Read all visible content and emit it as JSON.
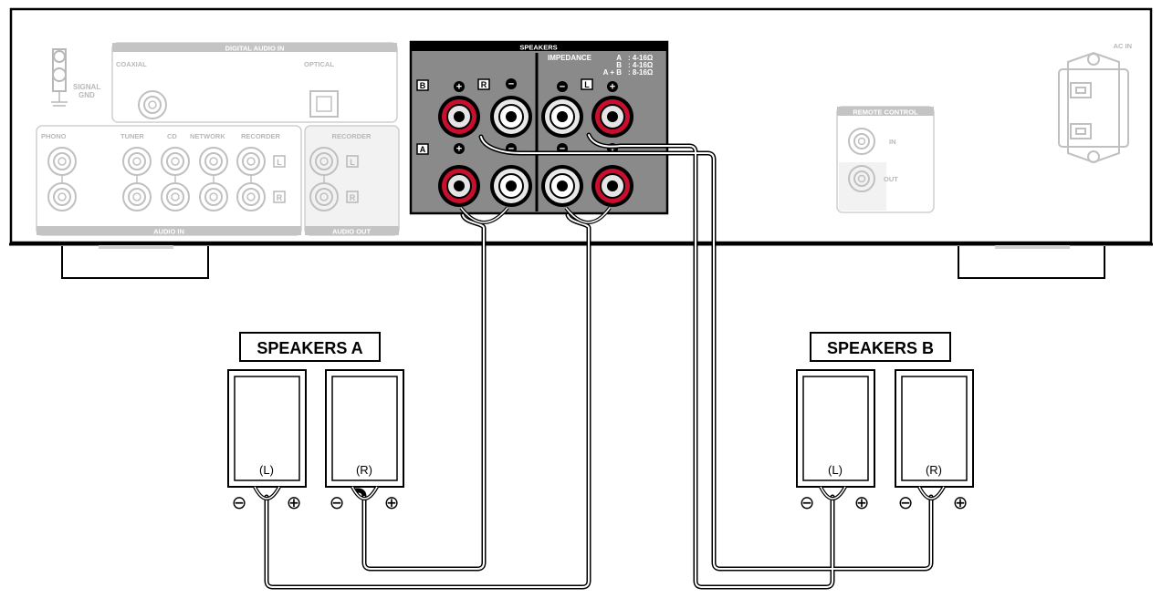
{
  "colors": {
    "panel": "#bdbdbd",
    "panel_light": "#d0d0d0",
    "speaker_section": "#8a8a8a",
    "terminal_red": "#c8102e",
    "cable": "#000000"
  },
  "rear_panel": {
    "signal_gnd": {
      "line1": "SIGNAL",
      "line2": "GND"
    },
    "digital_audio_in": {
      "title": "DIGITAL AUDIO IN",
      "coaxial": "COAXIAL",
      "optical": "OPTICAL"
    },
    "audio_in": {
      "title": "AUDIO IN",
      "phono": "PHONO",
      "tuner": "TUNER",
      "cd": "CD",
      "network": "NETWORK",
      "recorder": "RECORDER"
    },
    "audio_out": {
      "title": "AUDIO OUT",
      "recorder": "RECORDER"
    },
    "channel_marks": {
      "left": "L",
      "right": "R"
    },
    "speakers": {
      "title": "SPEAKERS",
      "impedance_label": "IMPEDANCE",
      "impedance_a_key": "A",
      "impedance_a_val": ": 4-16Ω",
      "impedance_b_key": "B",
      "impedance_b_val": ": 4-16Ω",
      "impedance_ab_key": "A + B",
      "impedance_ab_val": ": 8-16Ω",
      "zone_b": "B",
      "zone_a": "A",
      "channel_r": "R",
      "channel_l": "L",
      "plus": "+",
      "minus": "−"
    },
    "remote_control": {
      "title": "REMOTE CONTROL",
      "in": "IN",
      "out": "OUT"
    },
    "ac_in": "AC IN"
  },
  "speakers_a": {
    "title": "SPEAKERS A",
    "left_label": "(L)",
    "right_label": "(R)"
  },
  "speakers_b": {
    "title": "SPEAKERS B",
    "left_label": "(L)",
    "right_label": "(R)"
  },
  "polarity": {
    "minus": "⊖",
    "plus": "⊕"
  }
}
